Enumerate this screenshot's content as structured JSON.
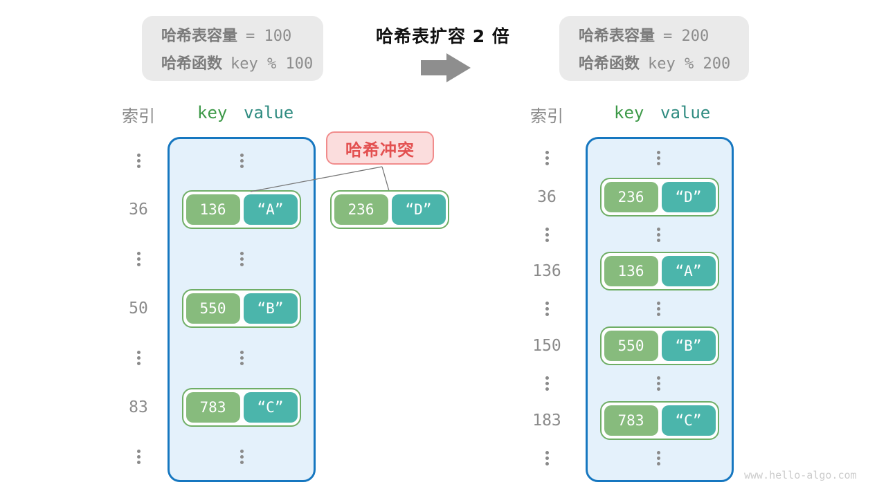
{
  "info_box_left": {
    "line1_label": "哈希表容量",
    "line1_value": "= 100",
    "line2_label": "哈希函数",
    "line2_value": "key % 100"
  },
  "transition": {
    "title": "哈希表扩容 2 倍"
  },
  "info_box_right": {
    "line1_label": "哈希表容量",
    "line1_value": "= 200",
    "line2_label": "哈希函数",
    "line2_value": "key % 200"
  },
  "collision": {
    "label": "哈希冲突",
    "pair": {
      "key": "236",
      "value": "“D”"
    }
  },
  "left_table": {
    "headers": {
      "index": "索引",
      "key": "key",
      "value": "value"
    },
    "capacity": "100",
    "rows": [
      {
        "type": "pair",
        "index": "36",
        "key": "136",
        "value": "“A”"
      },
      {
        "type": "pair",
        "index": "50",
        "key": "550",
        "value": "“B”"
      },
      {
        "type": "pair",
        "index": "83",
        "key": "783",
        "value": "“C”"
      }
    ]
  },
  "right_table": {
    "headers": {
      "index": "索引",
      "key": "key",
      "value": "value"
    },
    "capacity": "200",
    "rows": [
      {
        "type": "pair",
        "index": "36",
        "key": "236",
        "value": "“D”"
      },
      {
        "type": "pair",
        "index": "136",
        "key": "136",
        "value": "“A”"
      },
      {
        "type": "pair",
        "index": "150",
        "key": "550",
        "value": "“B”"
      },
      {
        "type": "pair",
        "index": "183",
        "key": "783",
        "value": "“C”"
      }
    ]
  },
  "watermark": "www.hello-algo.com",
  "colors": {
    "table_bg": "#e4f1fb",
    "table_border": "#1677c0",
    "key_fill": "#87bb7d",
    "value_fill": "#4bb5ab",
    "pair_border": "#6fae66",
    "collision_bg": "#fbdddd",
    "collision_border": "#f18c8c",
    "collision_text": "#e35050",
    "info_box_bg": "#eaeaea",
    "gray_text": "#8a8a8a",
    "arrow_gray": "#8e8e8e",
    "key_header_green": "#3d9948",
    "value_header_teal": "#2e8b80"
  }
}
